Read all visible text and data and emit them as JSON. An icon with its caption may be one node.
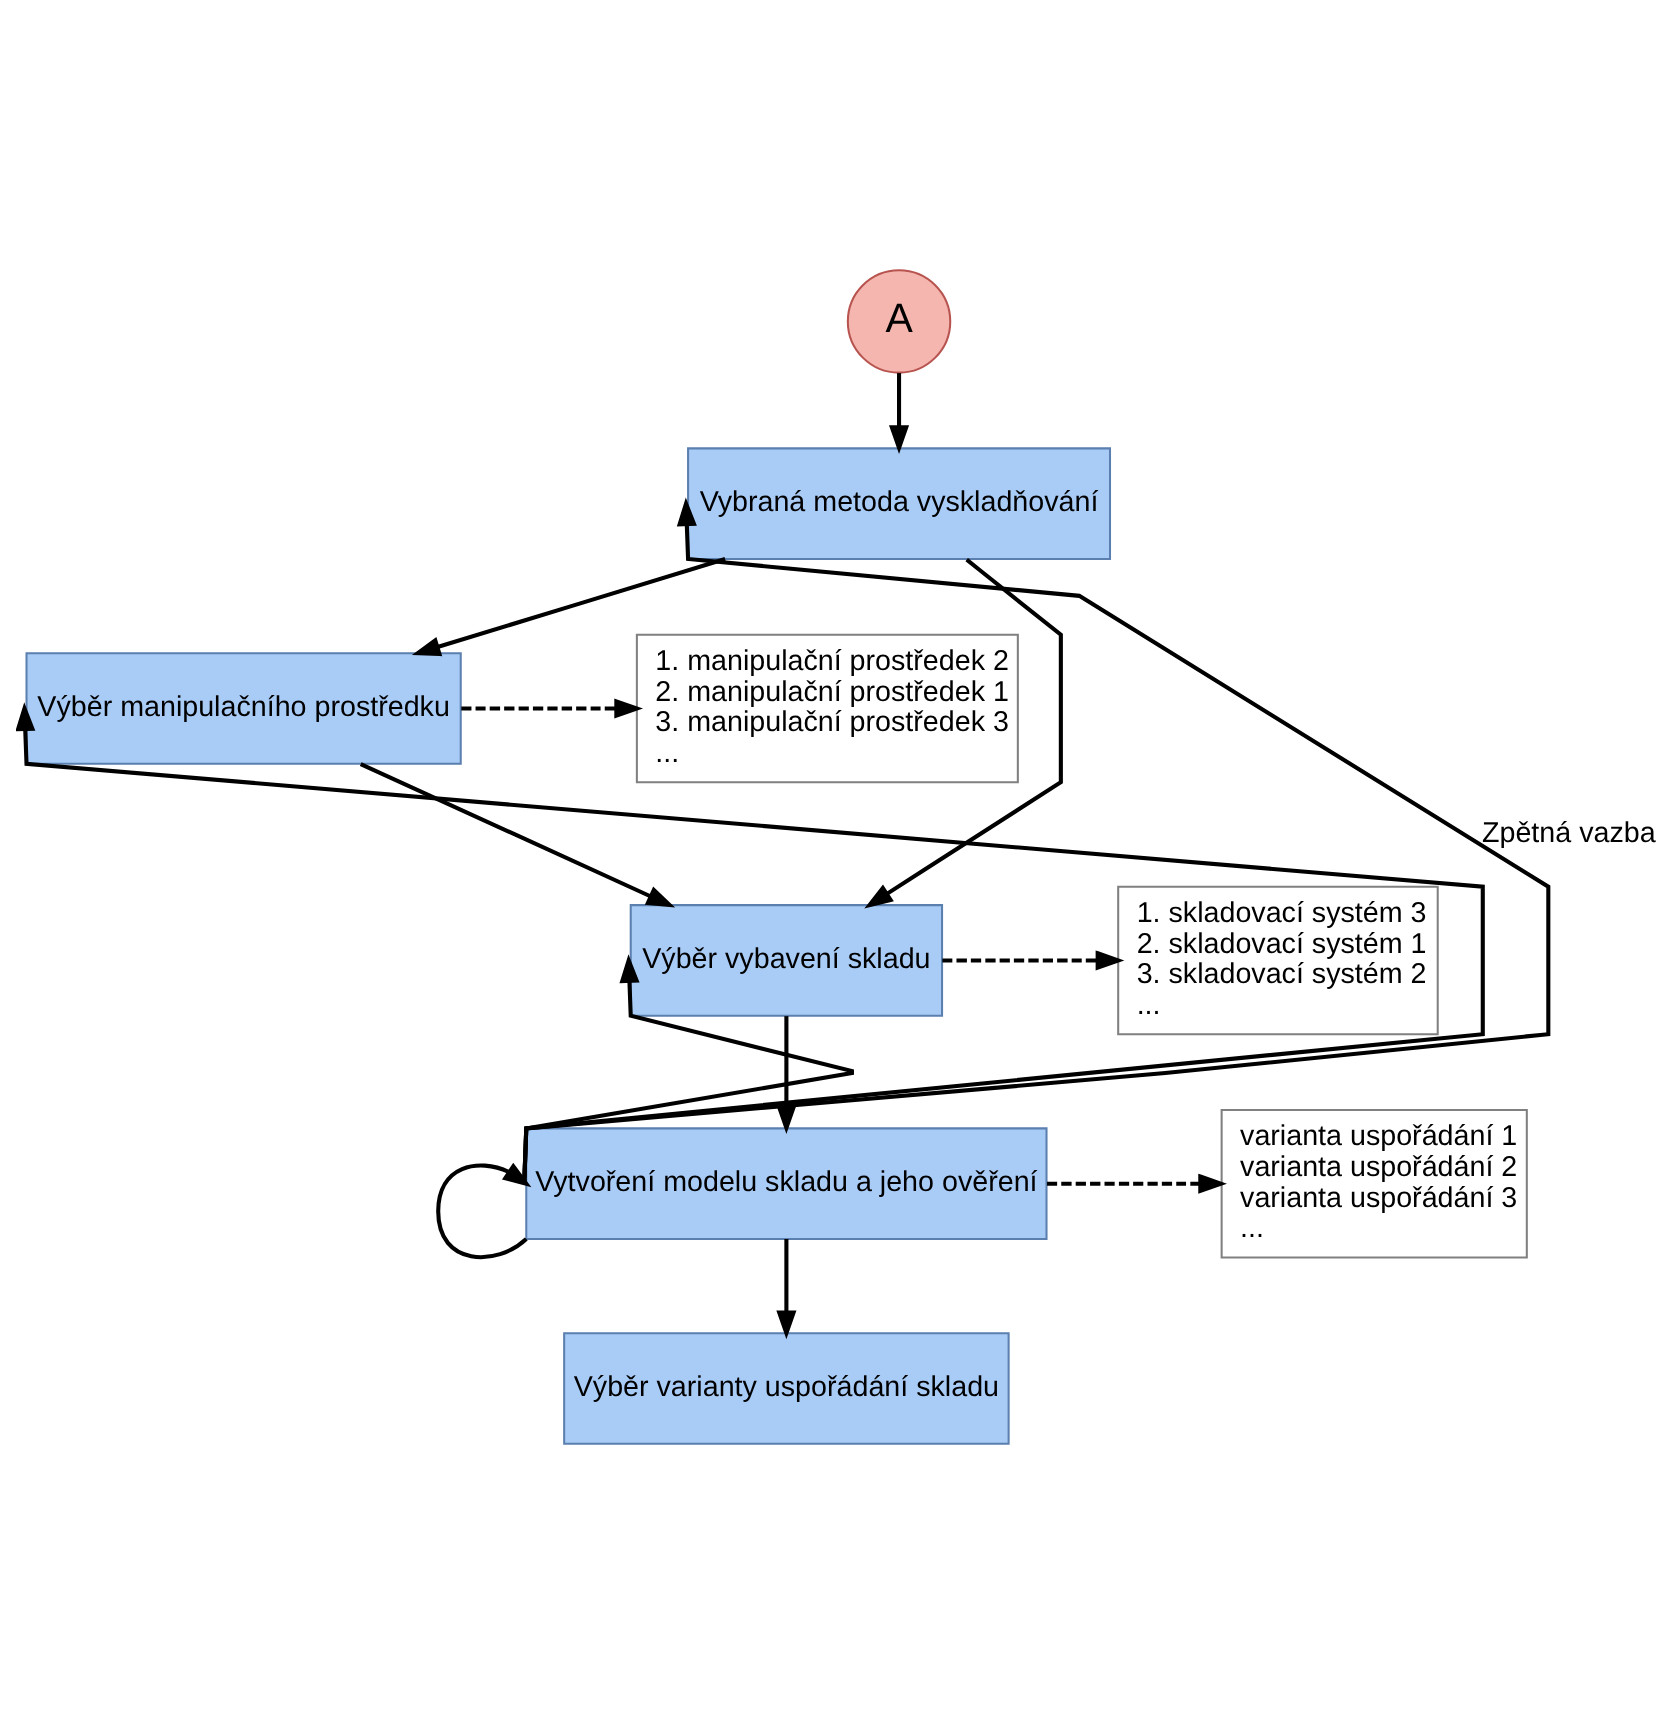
{
  "diagram": {
    "nodes": [
      {
        "text": [
          "A"
        ]
      },
      {
        "text": [
          "Vybraná metoda vyskladňování"
        ]
      },
      {
        "text": [
          "Výběr manipulačního prostředku"
        ]
      },
      {
        "text": [
          "Výběr vybavení skladu"
        ]
      },
      {
        "text": [
          "Vytvoření modelu skladu a jeho ověření"
        ]
      },
      {
        "text": [
          "Výběr varianty uspořádání skladu"
        ]
      },
      {
        "text": [
          "1. manipulační prostředek 2",
          "2. manipulační prostředek 1",
          "3. manipulační prostředek 3",
          "..."
        ]
      },
      {
        "text": [
          "1. skladovací systém 3",
          "2. skladovací systém 1",
          "3. skladovací systém 2",
          "..."
        ]
      },
      {
        "text": [
          "varianta uspořádání 1",
          "varianta uspořádání 2",
          "varianta uspořádání 3",
          "..."
        ]
      }
    ],
    "edges": [
      {
        "from": 0,
        "to": 1,
        "arrow": "to"
      },
      {
        "from": 1,
        "to": 2,
        "arrow": "to"
      },
      {
        "from": 1,
        "to": 3,
        "arrow": "to"
      },
      {
        "from": 2,
        "to": 3,
        "arrow": "to"
      },
      {
        "from": 3,
        "to": 4,
        "arrow": "to"
      },
      {
        "from": 4,
        "to": 5,
        "arrow": "to"
      },
      {
        "from": 2,
        "to": 6,
        "arrow": "to",
        "style": "dashed"
      },
      {
        "from": 3,
        "to": 7,
        "arrow": "to",
        "style": "dashed"
      },
      {
        "from": 4,
        "to": 8,
        "arrow": "to",
        "style": "dashed"
      },
      {
        "from": 4,
        "to": 1,
        "arrow": "to",
        "label": "Zpětná vazba"
      },
      {
        "from": 4,
        "to": 2,
        "arrow": "to"
      },
      {
        "from": 4,
        "to": 3,
        "arrow": "to"
      },
      {
        "from": 4,
        "to": 4,
        "arrow": "to"
      }
    ]
  }
}
